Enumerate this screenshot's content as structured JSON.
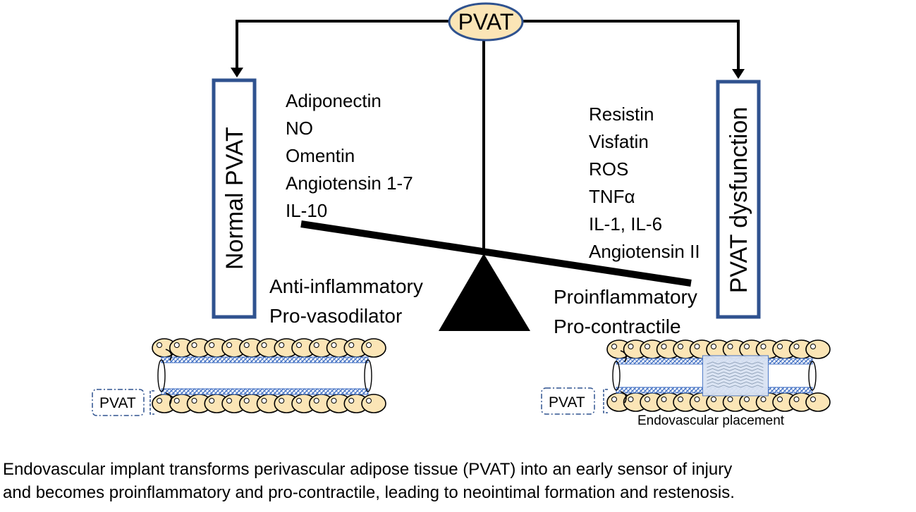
{
  "center": {
    "label": "PVAT"
  },
  "left": {
    "box_label": "Normal PVAT",
    "mediators": [
      "Adiponectin",
      "NO",
      "Omentin",
      "Angiotensin 1-7",
      "IL-10"
    ],
    "properties": [
      "Anti-inflammatory",
      "Pro-vasodilator"
    ],
    "vessel_tag": "PVAT"
  },
  "right": {
    "box_label": "PVAT dysfunction",
    "mediators": [
      "Resistin",
      "Visfatin",
      "ROS",
      "TNFα",
      "IL-1, IL-6",
      "Angiotensin II"
    ],
    "properties": [
      "Proinflammatory",
      "Pro-contractile"
    ],
    "vessel_tag": "PVAT",
    "vessel_caption": "Endovascular placement"
  },
  "caption": [
    "Endovascular implant transforms perivascular adipose tissue (PVAT) into an early sensor of injury",
    "and becomes proinflammatory and pro-contractile, leading to neointimal formation and restenosis."
  ],
  "colors": {
    "box_border": "#2f528f",
    "ellipse_fill": "#fbe5b6",
    "vessel_wall": "#4472c4",
    "stent_fill": "#dae3f3"
  }
}
